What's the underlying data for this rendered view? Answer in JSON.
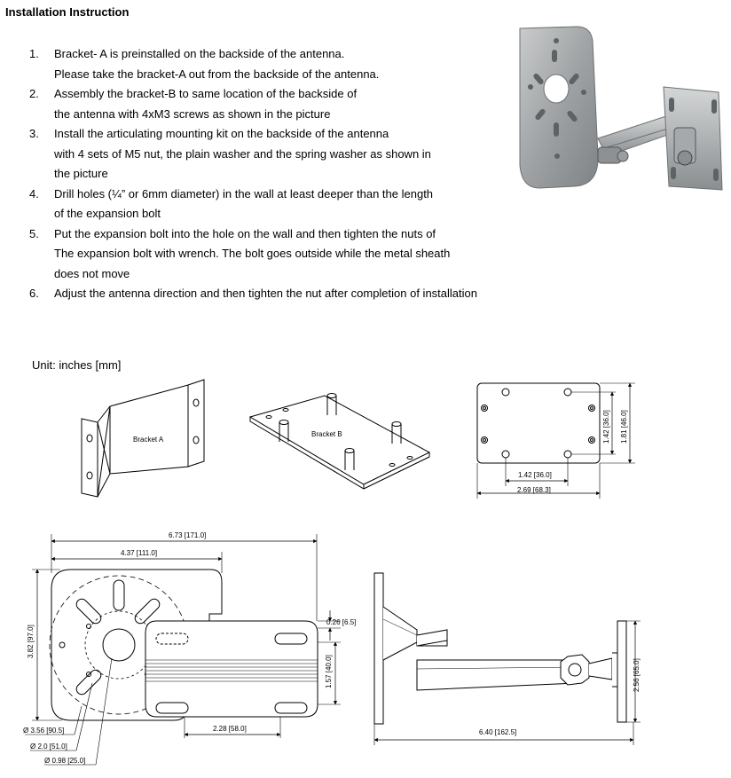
{
  "header": {
    "title": "Installation Instruction"
  },
  "steps": [
    {
      "num": "1.",
      "lines": [
        "Bracket- A is preinstalled on the backside of the antenna.",
        "Please take the bracket-A out from the backside of the antenna."
      ]
    },
    {
      "num": "2.",
      "lines": [
        "Assembly the bracket-B to same location of the backside of",
        "the antenna with 4xM3 screws as shown in the picture"
      ]
    },
    {
      "num": "3.",
      "lines": [
        "Install the articulating mounting kit on the backside of the antenna",
        "with 4 sets of M5 nut, the plain washer and the spring washer as shown in",
        "the picture"
      ]
    },
    {
      "num": "4.",
      "lines": [
        "Drill holes (¼” or 6mm diameter) in the wall at least deeper than the length",
        "of the expansion bolt"
      ]
    },
    {
      "num": "5.",
      "lines": [
        "Put the expansion bolt into the hole on the wall and then tighten the nuts of",
        "The expansion bolt with wrench. The bolt goes outside while the metal sheath",
        "does not move"
      ]
    },
    {
      "num": "6.",
      "lines": [
        "Adjust the antenna direction and then tighten the nut after completion of installation"
      ]
    }
  ],
  "drawings": {
    "unit": "Unit: inches [mm]",
    "bracket_a": "Bracket A",
    "bracket_b": "Bracket B",
    "dims": {
      "plate_h1": "1.42 [36.0]",
      "plate_h2": "1.81 [46.0]",
      "plate_w1": "1.42 [36.0]",
      "plate_w2": "2.69 [68.3]",
      "total_len": "6.73 [171.0]",
      "plate_len": "4.37 [111.0]",
      "plate_height": "3.82 [97.0]",
      "arm_gap": "0.26 [6.5]",
      "arm_height": "1.57 [40.0]",
      "slot_spacing": "2.28 [58.0]",
      "dia_pcd": "Ø 3.56 [90.5]",
      "dia_mid": "Ø 2.0 [51.0]",
      "dia_hole": "Ø 0.98 [25.0]",
      "side_len": "6.40 [162.5]",
      "side_height": "2.56 [65.0]"
    }
  }
}
